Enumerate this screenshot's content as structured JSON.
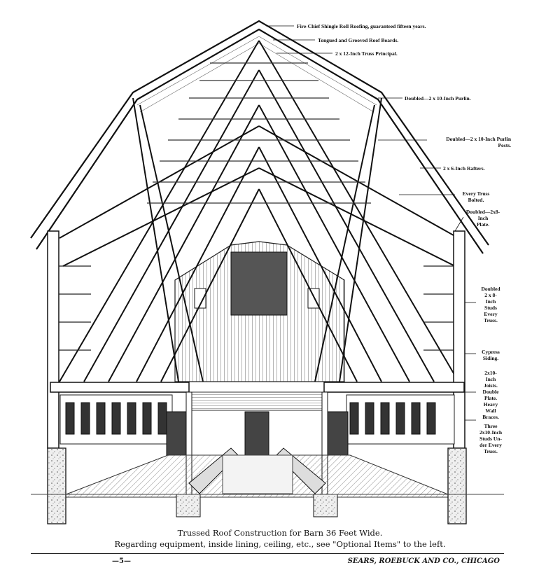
{
  "callouts": {
    "roofing": "Fire-Chief Shingle Roll Roofing, guaranteed fifteen years.",
    "roof_boards": "Tongued and Grooved Roof Boards.",
    "truss_principal": "2 x 12-Inch Truss Principal.",
    "purlin": "Doubled—2 x 10-Inch Purlin.",
    "purlin_posts": [
      "Doubled—2 x 10-Inch Purlin",
      "Posts."
    ],
    "rafters": "2 x 6-Inch Rafters.",
    "truss_bolted": [
      "Every Truss",
      "Bolted."
    ],
    "plate": [
      "Doubled—2x8-",
      "Inch",
      "Plate."
    ],
    "studs": [
      "Doubled",
      "2 x 8-",
      "Inch",
      "Studs",
      "Every",
      "Truss."
    ],
    "siding": [
      "Cypress",
      "Siding."
    ],
    "joists": [
      "2x10-",
      "Inch",
      "Joists.",
      "Double",
      "Plate.",
      "Heavy",
      "Wall",
      "Braces."
    ],
    "under_truss": [
      "Three",
      "2x10-Inch",
      "Studs Un-",
      "der Every",
      "Truss."
    ]
  },
  "caption": {
    "title": "Trussed Roof Construction for Barn 36 Feet Wide.",
    "note": "Regarding equipment, inside lining, ceiling, etc., see \"Optional Items\" to the left."
  },
  "footer": {
    "page_number": "—5—",
    "publisher": "SEARS, ROEBUCK AND CO., CHICAGO"
  }
}
